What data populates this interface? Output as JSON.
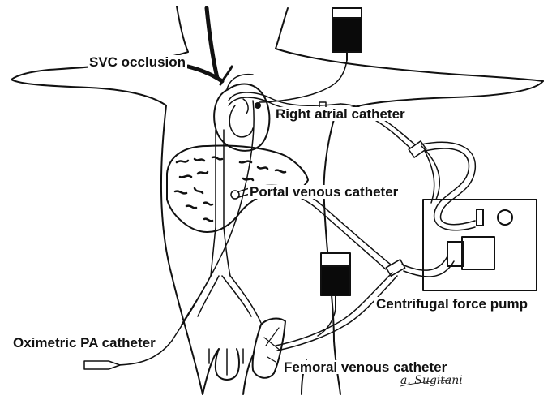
{
  "labels": {
    "svc_occlusion": "SVC occlusion",
    "right_atrial_catheter": "Right atrial catheter",
    "portal_venous_catheter": "Portal venous catheter",
    "centrifugal_force_pump": "Centrifugal force pump",
    "oximetric_pa_catheter": "Oximetric PA catheter",
    "femoral_venous_catheter": "Femoral venous catheter"
  },
  "signature": "a. Sugitani",
  "colors": {
    "ink": "#111111",
    "background": "#ffffff",
    "blood_bag": "#0a0a0a"
  }
}
